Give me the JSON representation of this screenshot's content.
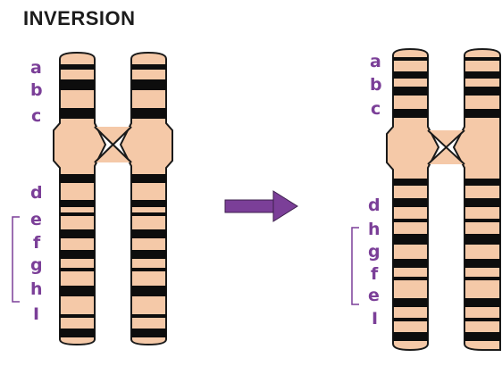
{
  "title": "INVERSION",
  "colors": {
    "chromatid_fill": "#f5c9a8",
    "band": "#0d0d0d",
    "outline": "#1a1a1a",
    "label": "#7b3f98",
    "arrow": "#7b3f98",
    "bracket": "#7b3f98"
  },
  "before": {
    "labels": [
      "a",
      "b",
      "c",
      "d",
      "e",
      "f",
      "g",
      "h",
      "I"
    ],
    "inverted_segment": [
      "e",
      "f",
      "g",
      "h"
    ]
  },
  "after": {
    "labels": [
      "a",
      "b",
      "c",
      "d",
      "h",
      "g",
      "f",
      "e",
      "I"
    ],
    "inverted_segment": [
      "h",
      "g",
      "f",
      "e"
    ]
  },
  "arrow": "right-arrow"
}
